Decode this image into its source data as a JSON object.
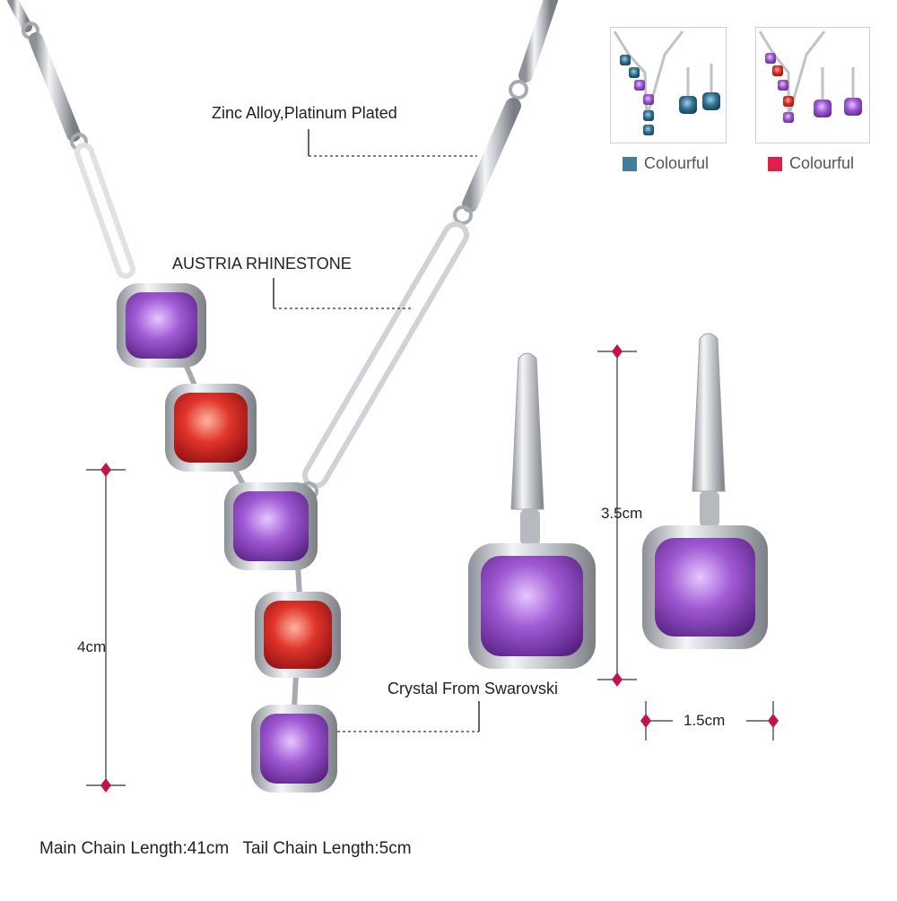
{
  "labels": {
    "material": "Zinc Alloy,Platinum Plated",
    "rhinestone": "AUSTRIA RHINESTONE",
    "crystal": "Crystal From Swarovski"
  },
  "dimensions": {
    "pendant_height": "4cm",
    "earring_height": "3.5cm",
    "earring_width": "1.5cm"
  },
  "variants": [
    {
      "label": "Colourful",
      "swatch_color": "#3f7f9a"
    },
    {
      "label": "Colourful",
      "swatch_color": "#e0204a"
    }
  ],
  "footer": {
    "main_chain": "Main Chain Length:41cm",
    "tail_chain": "Tail Chain Length:5cm"
  },
  "colors": {
    "purple_crystal": "#9b4fc9",
    "red_crystal": "#e0342a",
    "blue_crystal": "#2f6f8f",
    "marker": "#c0154a",
    "metal": "#c9ccd1"
  }
}
